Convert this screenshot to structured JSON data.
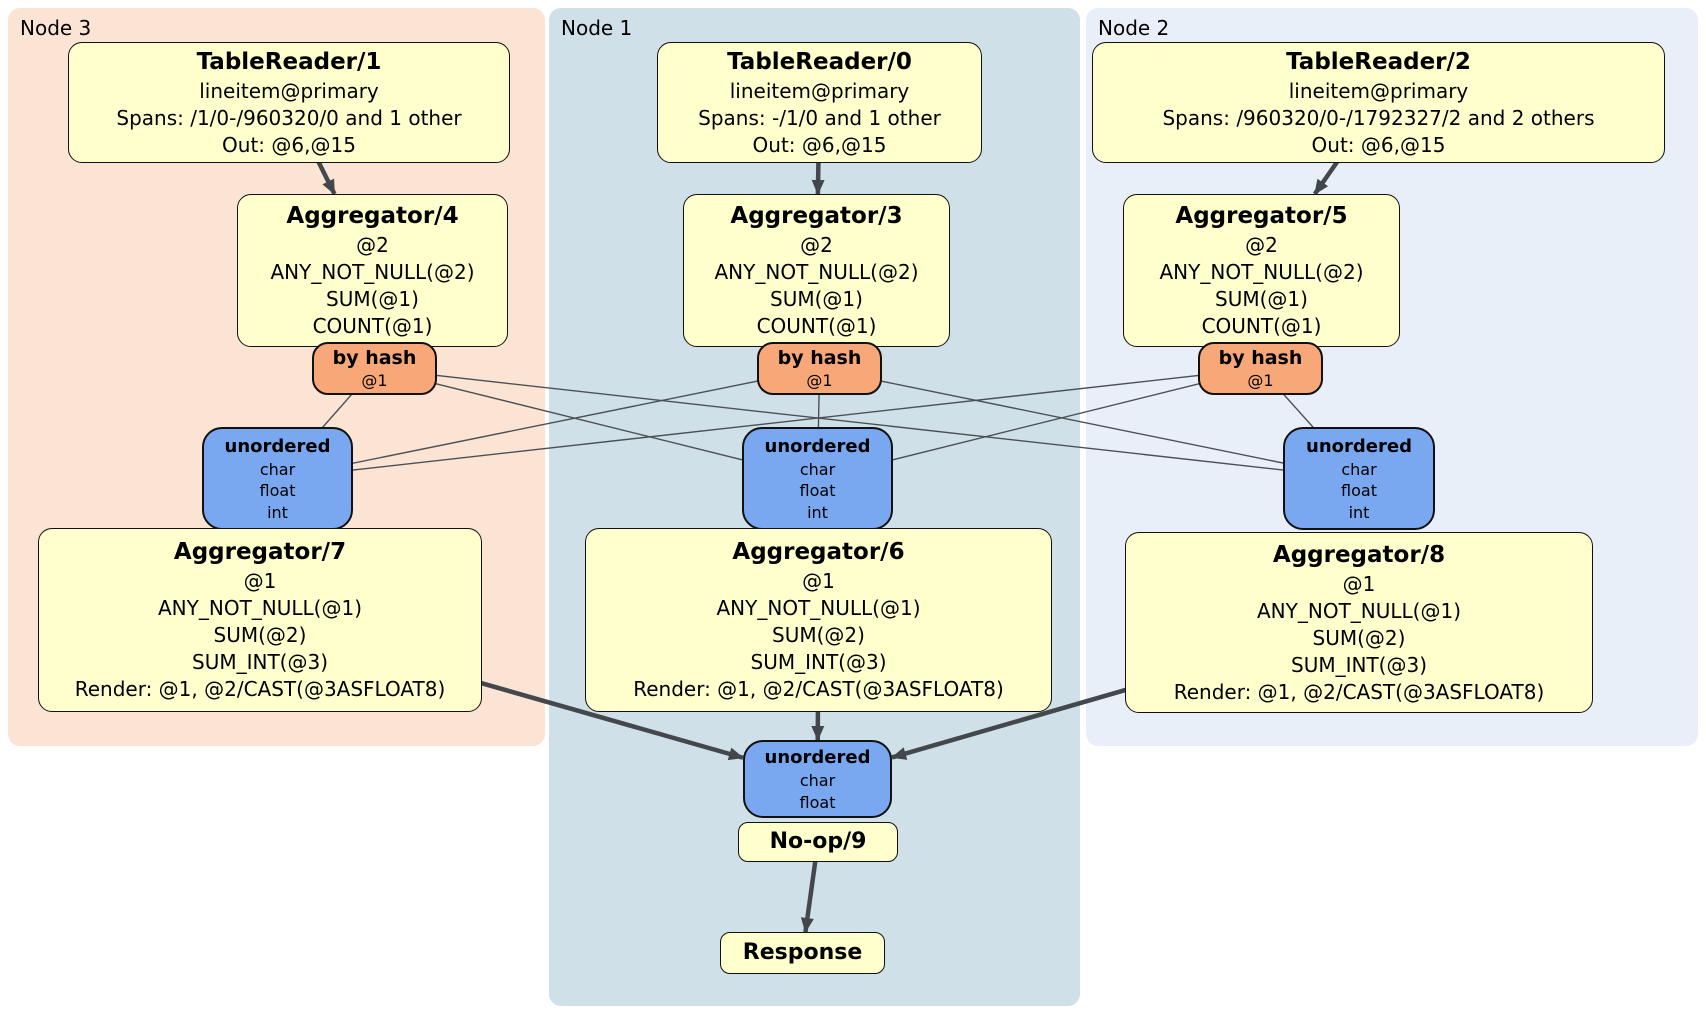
{
  "panels": {
    "node3": {
      "label": "Node 3"
    },
    "node1": {
      "label": "Node 1"
    },
    "node2": {
      "label": "Node 2"
    }
  },
  "colors": {
    "processor_fill": "#ffffcd",
    "router_fill": "#f8a878",
    "sync_fill": "#7aa8f0",
    "node3_bg": "#fce4d4",
    "node1_bg": "#cfe0e9",
    "node2_bg": "#e9eff8",
    "edge": "#44484c"
  },
  "boxes": {
    "tr1": {
      "title": "TableReader/1",
      "lines": [
        "lineitem@primary",
        "Spans: /1/0-/960320/0 and 1 other",
        "Out: @6,@15"
      ]
    },
    "tr0": {
      "title": "TableReader/0",
      "lines": [
        "lineitem@primary",
        "Spans: -/1/0 and 1 other",
        "Out: @6,@15"
      ]
    },
    "tr2": {
      "title": "TableReader/2",
      "lines": [
        "lineitem@primary",
        "Spans: /960320/0-/1792327/2 and 2 others",
        "Out: @6,@15"
      ]
    },
    "agg4": {
      "title": "Aggregator/4",
      "lines": [
        "@2",
        "ANY_NOT_NULL(@2)",
        "SUM(@1)",
        "COUNT(@1)"
      ]
    },
    "agg3": {
      "title": "Aggregator/3",
      "lines": [
        "@2",
        "ANY_NOT_NULL(@2)",
        "SUM(@1)",
        "COUNT(@1)"
      ]
    },
    "agg5": {
      "title": "Aggregator/5",
      "lines": [
        "@2",
        "ANY_NOT_NULL(@2)",
        "SUM(@1)",
        "COUNT(@1)"
      ]
    },
    "bh3": {
      "title": "by hash",
      "lines": [
        "@1"
      ]
    },
    "bh1": {
      "title": "by hash",
      "lines": [
        "@1"
      ]
    },
    "bh2": {
      "title": "by hash",
      "lines": [
        "@1"
      ]
    },
    "un3": {
      "title": "unordered",
      "lines": [
        "char",
        "float",
        "int"
      ]
    },
    "un1": {
      "title": "unordered",
      "lines": [
        "char",
        "float",
        "int"
      ]
    },
    "un2": {
      "title": "unordered",
      "lines": [
        "char",
        "float",
        "int"
      ]
    },
    "agg7": {
      "title": "Aggregator/7",
      "lines": [
        "@1",
        "ANY_NOT_NULL(@1)",
        "SUM(@2)",
        "SUM_INT(@3)",
        "Render: @1, @2/CAST(@3ASFLOAT8)"
      ]
    },
    "agg6": {
      "title": "Aggregator/6",
      "lines": [
        "@1",
        "ANY_NOT_NULL(@1)",
        "SUM(@2)",
        "SUM_INT(@3)",
        "Render: @1, @2/CAST(@3ASFLOAT8)"
      ]
    },
    "agg8": {
      "title": "Aggregator/8",
      "lines": [
        "@1",
        "ANY_NOT_NULL(@1)",
        "SUM(@2)",
        "SUM_INT(@3)",
        "Render: @1, @2/CAST(@3ASFLOAT8)"
      ]
    },
    "unbot": {
      "title": "unordered",
      "lines": [
        "char",
        "float"
      ]
    },
    "noop": {
      "title": "No-op/9",
      "lines": []
    },
    "resp": {
      "title": "Response",
      "lines": []
    }
  },
  "edges": [
    {
      "from": "tr1",
      "to": "agg4",
      "style": "arrow"
    },
    {
      "from": "tr0",
      "to": "agg3",
      "style": "arrow"
    },
    {
      "from": "tr2",
      "to": "agg5",
      "style": "arrow"
    },
    {
      "from": "bh3",
      "to": "un3",
      "style": "thin"
    },
    {
      "from": "bh3",
      "to": "un1",
      "style": "thin"
    },
    {
      "from": "bh3",
      "to": "un2",
      "style": "thin"
    },
    {
      "from": "bh1",
      "to": "un3",
      "style": "thin"
    },
    {
      "from": "bh1",
      "to": "un1",
      "style": "thin"
    },
    {
      "from": "bh1",
      "to": "un2",
      "style": "thin"
    },
    {
      "from": "bh2",
      "to": "un3",
      "style": "thin"
    },
    {
      "from": "bh2",
      "to": "un1",
      "style": "thin"
    },
    {
      "from": "bh2",
      "to": "un2",
      "style": "thin"
    },
    {
      "from": "agg7",
      "to": "unbot",
      "style": "arrow"
    },
    {
      "from": "agg6",
      "to": "unbot",
      "style": "arrow"
    },
    {
      "from": "agg8",
      "to": "unbot",
      "style": "arrow"
    },
    {
      "from": "noop",
      "to": "resp",
      "style": "arrow"
    }
  ]
}
